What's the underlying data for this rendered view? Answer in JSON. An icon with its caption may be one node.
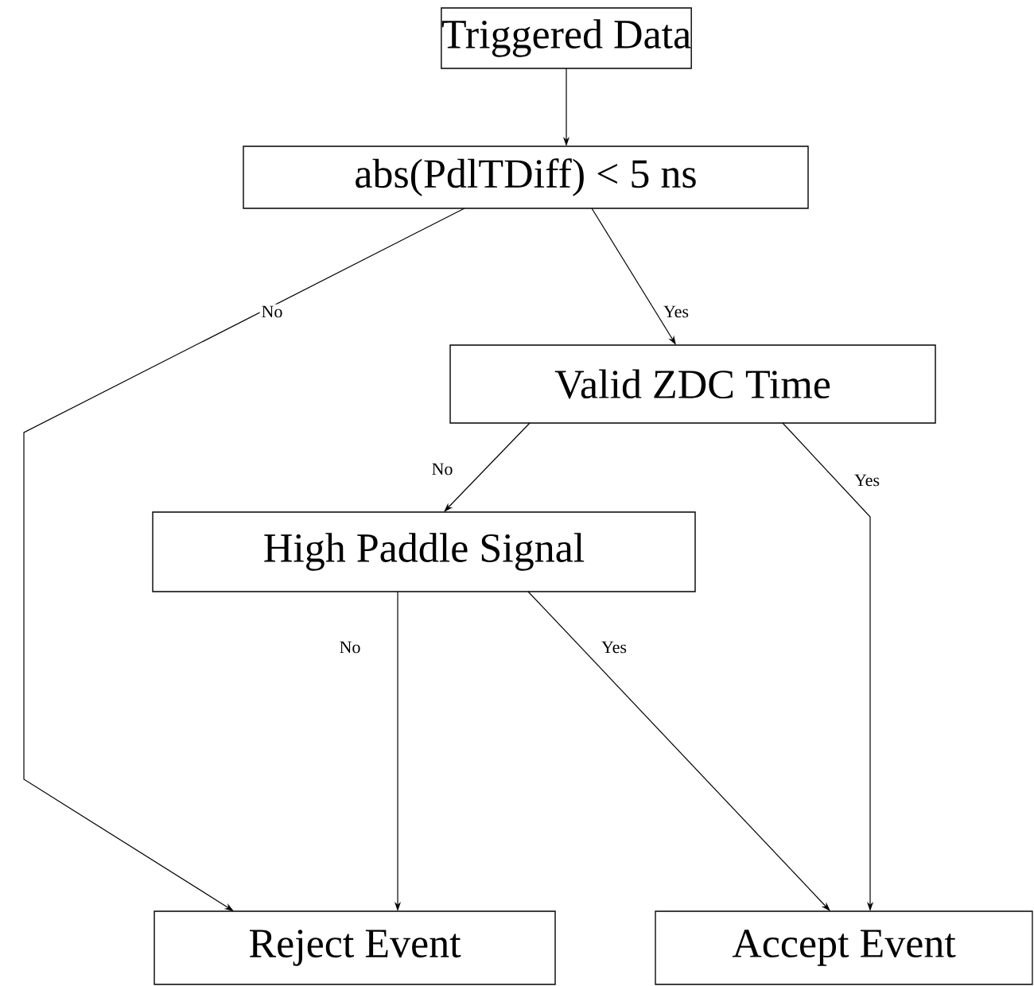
{
  "diagram": {
    "nodes": [
      {
        "text": [
          "Triggered Data"
        ]
      },
      {
        "text": [
          "abs(PdlTDiff) < 5 ns"
        ]
      },
      {
        "text": [
          "Valid ZDC Time"
        ]
      },
      {
        "text": [
          "High Paddle Signal"
        ]
      },
      {
        "text": [
          "Reject Event"
        ]
      },
      {
        "text": [
          "Accept Event"
        ]
      }
    ],
    "edges": [
      {
        "from": 0,
        "to": 1,
        "arrow": "to"
      },
      {
        "from": 1,
        "to": 4,
        "arrow": "to",
        "label": "No"
      },
      {
        "from": 1,
        "to": 2,
        "arrow": "to",
        "label": "Yes"
      },
      {
        "from": 2,
        "to": 3,
        "arrow": "to",
        "label": "No"
      },
      {
        "from": 2,
        "to": 5,
        "arrow": "to",
        "label": "Yes"
      },
      {
        "from": 3,
        "to": 4,
        "arrow": "to",
        "label": "No"
      },
      {
        "from": 3,
        "to": 5,
        "arrow": "to",
        "label": "Yes"
      }
    ]
  }
}
